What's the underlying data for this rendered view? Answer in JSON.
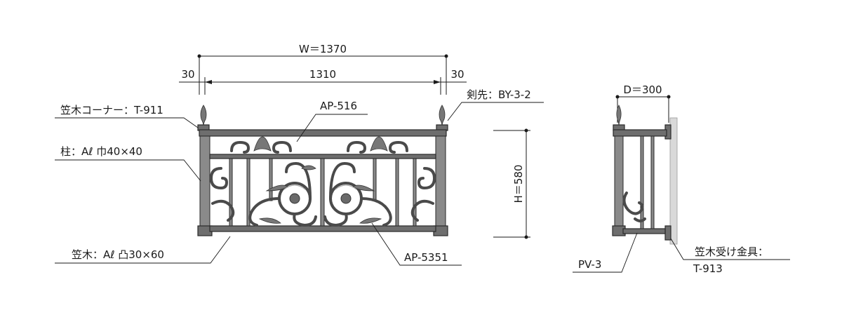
{
  "front_view": {
    "dimensions": {
      "overall_width": "W＝1370",
      "inner_width": "1310",
      "left_margin": "30",
      "right_margin": "30"
    },
    "callouts": {
      "top_rail_corner": "笠木コーナー：T-911",
      "post": "柱：Aℓ 巾40×40",
      "top_panel": "AP-516",
      "finial": "剣先：BY-3-2",
      "handrail": "笠木：Aℓ 凸30×60",
      "main_panel": "AP-5351"
    }
  },
  "height_dimension": "H＝580",
  "side_view": {
    "dimensions": {
      "depth": "D＝300"
    },
    "callouts": {
      "side_panel": "PV-3",
      "bracket_label": "笠木受け金具：",
      "bracket_code": "T-913"
    }
  },
  "colors": {
    "line": "#1a1a1a",
    "iron": "#6e6e6e",
    "wall": "#d9d9d9"
  }
}
